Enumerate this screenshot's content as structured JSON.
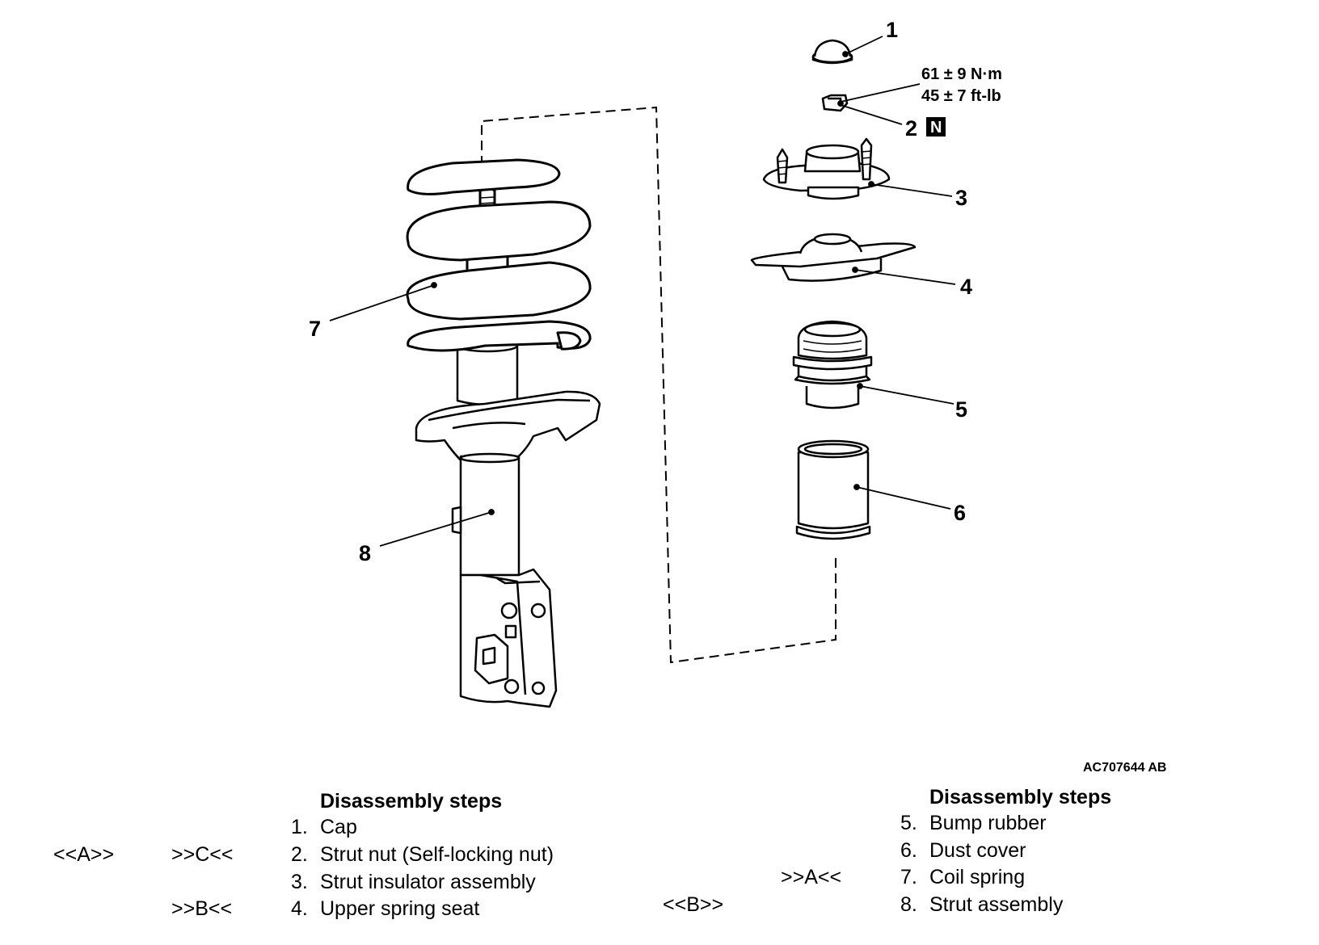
{
  "figure_id": "AC707644 AB",
  "callouts": {
    "c1": "1",
    "c2": "2",
    "c2_badge": "N",
    "c3": "3",
    "c4": "4",
    "c5": "5",
    "c6": "6",
    "c7": "7",
    "c8": "8"
  },
  "torque": {
    "metric": "61 ± 9 N·m",
    "imperial": "45 ± 7 ft-lb"
  },
  "steps_left": {
    "title": "Disassembly steps",
    "items": [
      {
        "num": "1.",
        "label": "Cap",
        "ref_pre": "",
        "ref_post": ""
      },
      {
        "num": "2.",
        "label": "Strut nut (Self-locking nut)",
        "ref_pre": "<<A>>",
        "ref_post": ">>C<<"
      },
      {
        "num": "3.",
        "label": "Strut insulator assembly",
        "ref_pre": "",
        "ref_post": ""
      },
      {
        "num": "4.",
        "label": "Upper spring seat",
        "ref_pre": "",
        "ref_post": ">>B<<"
      }
    ]
  },
  "steps_right": {
    "title": "Disassembly steps",
    "items": [
      {
        "num": "5.",
        "label": "Bump rubber",
        "ref_pre": "",
        "ref_post": ""
      },
      {
        "num": "6.",
        "label": "Dust cover",
        "ref_pre": "",
        "ref_post": ""
      },
      {
        "num": "7.",
        "label": "Coil spring",
        "ref_pre": "",
        "ref_post": ">>A<<"
      },
      {
        "num": "8.",
        "label": "Strut assembly",
        "ref_pre": "<<B>>",
        "ref_post": ""
      }
    ]
  }
}
